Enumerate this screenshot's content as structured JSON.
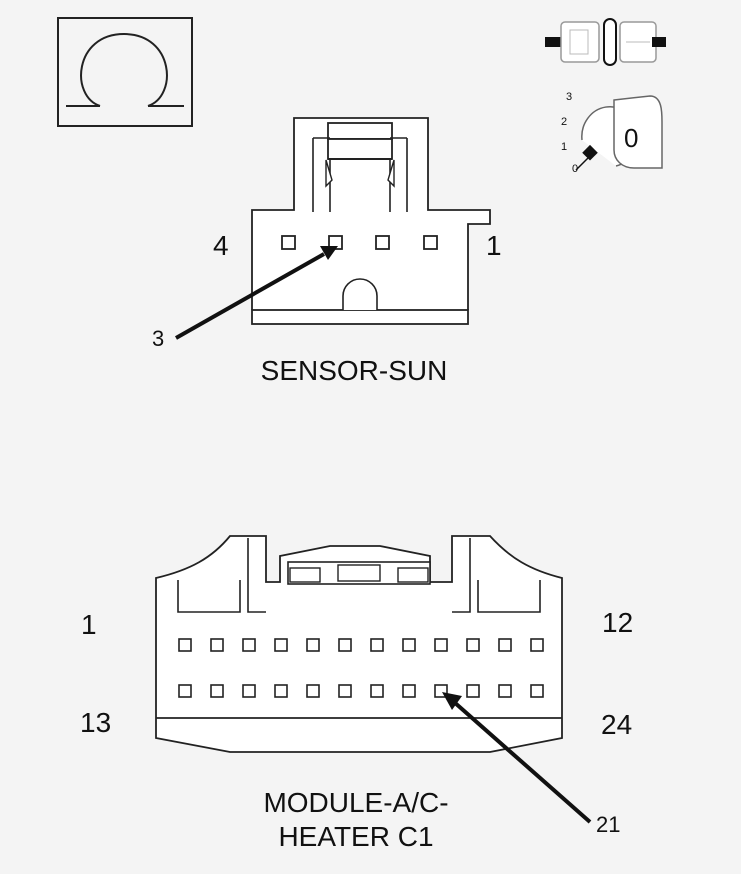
{
  "ohm_symbol": "Ω",
  "ignition_switch": {
    "positions": [
      "3",
      "2",
      "1",
      "0"
    ],
    "current_position": "0"
  },
  "sensor_sun": {
    "name": "SENSOR-SUN",
    "pin_left": "4",
    "pin_right": "1",
    "callout_pin": "3"
  },
  "module_ac_heater": {
    "name_line1": "MODULE-A/C-",
    "name_line2": "HEATER C1",
    "pin_top_left": "1",
    "pin_top_right": "12",
    "pin_bottom_left": "13",
    "pin_bottom_right": "24",
    "callout_pin": "21"
  }
}
